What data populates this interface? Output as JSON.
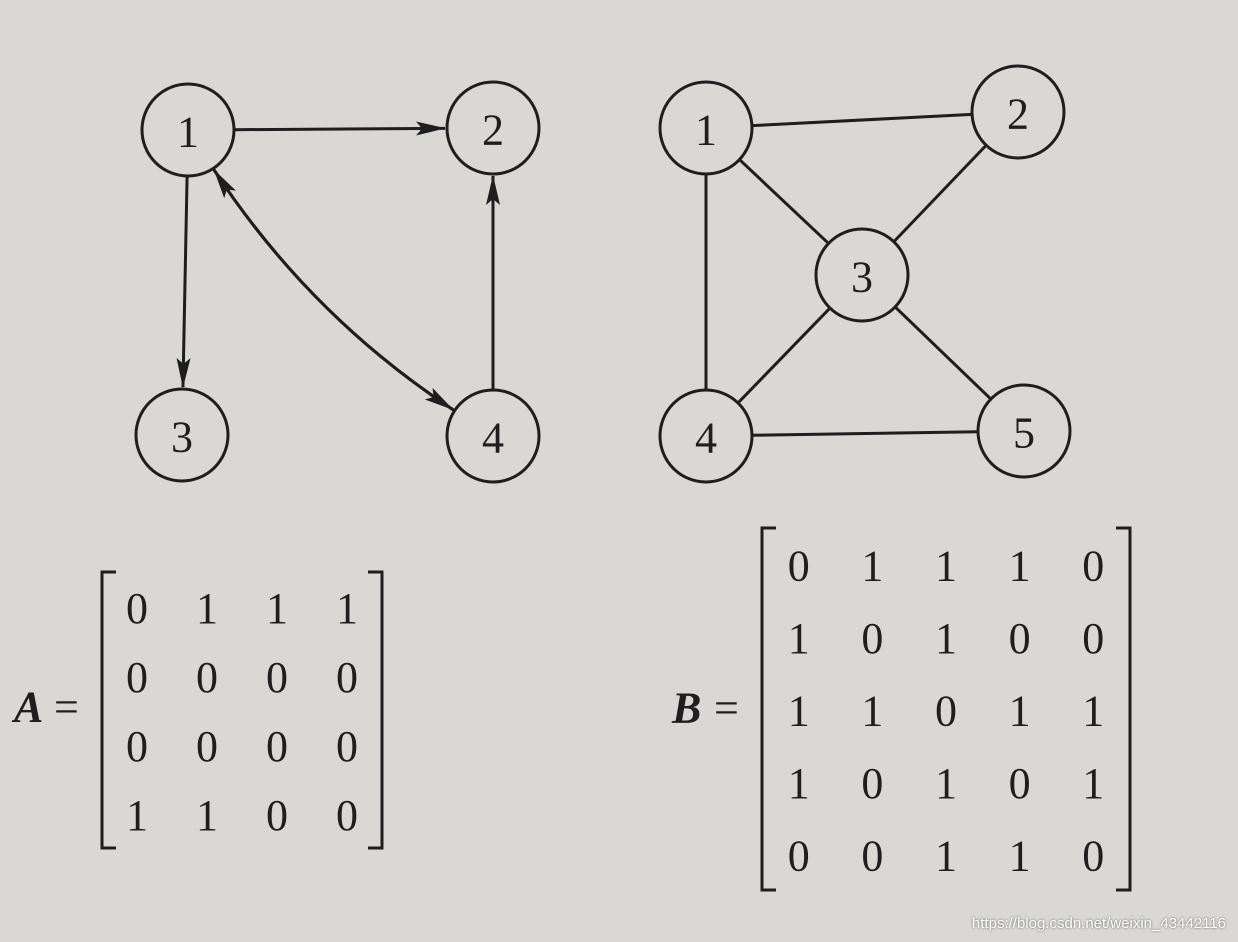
{
  "graph_a": {
    "nodes": [
      {
        "id": "1",
        "label": "1"
      },
      {
        "id": "2",
        "label": "2"
      },
      {
        "id": "3",
        "label": "3"
      },
      {
        "id": "4",
        "label": "4"
      }
    ],
    "edges": [
      {
        "from": "1",
        "to": "2",
        "directed": true
      },
      {
        "from": "1",
        "to": "3",
        "directed": true
      },
      {
        "from": "1",
        "to": "4",
        "directed": true
      },
      {
        "from": "4",
        "to": "1",
        "directed": true
      },
      {
        "from": "4",
        "to": "2",
        "directed": true
      }
    ]
  },
  "graph_b": {
    "nodes": [
      {
        "id": "1",
        "label": "1"
      },
      {
        "id": "2",
        "label": "2"
      },
      {
        "id": "3",
        "label": "3"
      },
      {
        "id": "4",
        "label": "4"
      },
      {
        "id": "5",
        "label": "5"
      }
    ],
    "edges": [
      {
        "from": "1",
        "to": "2"
      },
      {
        "from": "1",
        "to": "3"
      },
      {
        "from": "1",
        "to": "4"
      },
      {
        "from": "2",
        "to": "3"
      },
      {
        "from": "3",
        "to": "4"
      },
      {
        "from": "3",
        "to": "5"
      },
      {
        "from": "4",
        "to": "5"
      }
    ]
  },
  "matrix_a": {
    "name": "A",
    "equals": "=",
    "rows": [
      [
        "0",
        "1",
        "1",
        "1"
      ],
      [
        "0",
        "0",
        "0",
        "0"
      ],
      [
        "0",
        "0",
        "0",
        "0"
      ],
      [
        "1",
        "1",
        "0",
        "0"
      ]
    ]
  },
  "matrix_b": {
    "name": "B",
    "equals": "=",
    "rows": [
      [
        "0",
        "1",
        "1",
        "1",
        "0"
      ],
      [
        "1",
        "0",
        "1",
        "0",
        "0"
      ],
      [
        "1",
        "1",
        "0",
        "1",
        "1"
      ],
      [
        "1",
        "0",
        "1",
        "0",
        "1"
      ],
      [
        "0",
        "0",
        "1",
        "1",
        "0"
      ]
    ]
  },
  "watermark": "https://blog.csdn.net/weixin_43442116",
  "colors": {
    "ink": "#1e1e1e",
    "paper": "#d9d8d4"
  }
}
